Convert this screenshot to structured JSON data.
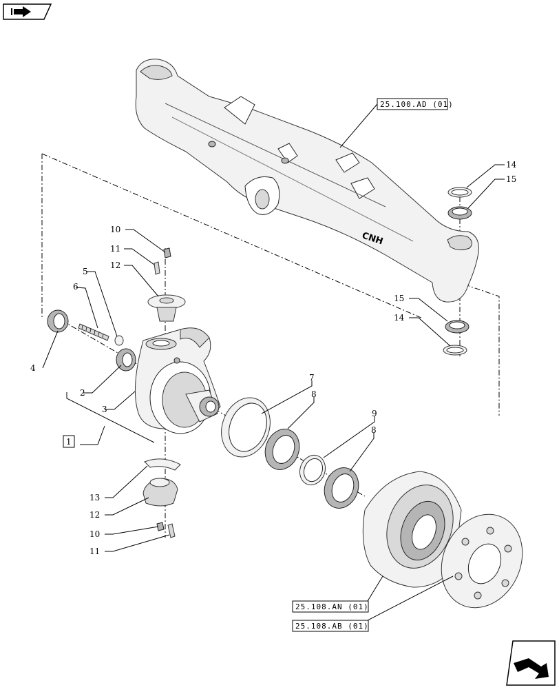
{
  "callouts": {
    "c4": "4",
    "c6": "6",
    "c5": "5",
    "c2": "2",
    "c3": "3",
    "c1": "1",
    "c10a": "10",
    "c11a": "11",
    "c12a": "12",
    "c13": "13",
    "c12b": "12",
    "c10b": "10",
    "c11b": "11",
    "c7": "7",
    "c8a": "8",
    "c9": "9",
    "c8b": "8",
    "c14a": "14",
    "c15a": "15",
    "c15b": "15",
    "c14b": "14"
  },
  "references": {
    "axle_housing": "25.100.AD (01)",
    "hub": "25.108.AN (01)",
    "planetary": "25.108.AB (01)"
  },
  "logo_text": "CNH",
  "icons": {
    "top_left": "book-arrow-icon",
    "bottom_right": "next-page-arrow-icon"
  }
}
